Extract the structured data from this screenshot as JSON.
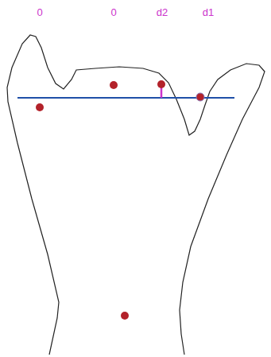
{
  "diagram": {
    "labels": [
      "0",
      "0",
      "d2",
      "d1"
    ]
  }
}
